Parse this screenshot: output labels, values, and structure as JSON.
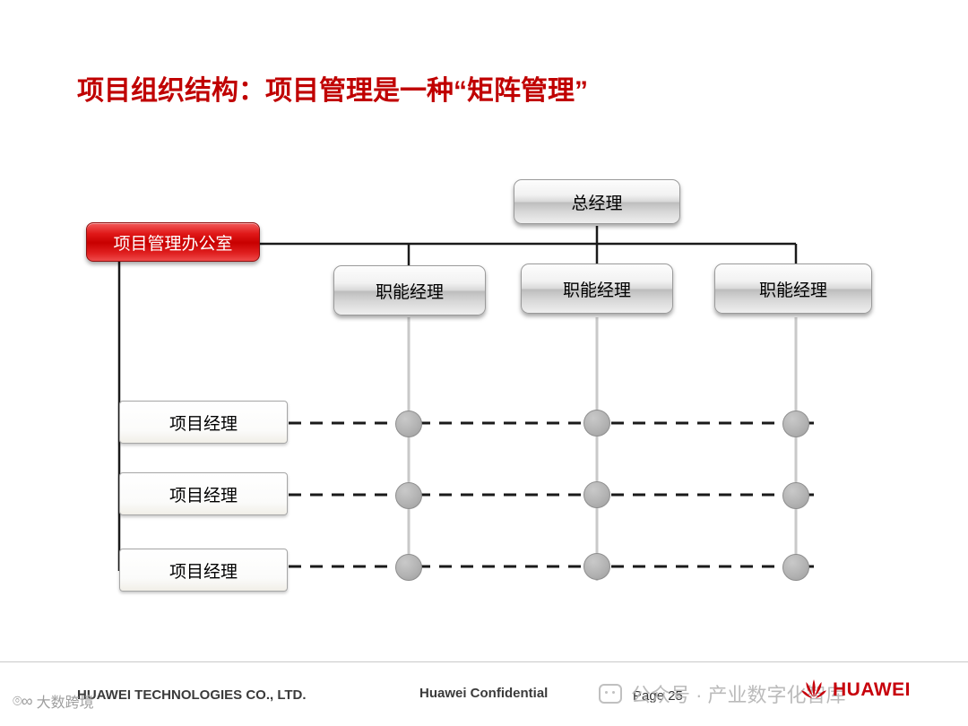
{
  "slide": {
    "title": "项目组织结构：项目管理是一种“矩阵管理”"
  },
  "diagram": {
    "general_manager": {
      "label": "总经理"
    },
    "pmo": {
      "label": "项目管理办公室"
    },
    "functional_managers": [
      {
        "label": "职能经理"
      },
      {
        "label": "职能经理"
      },
      {
        "label": "职能经理"
      }
    ],
    "project_managers": [
      {
        "label": "项目经理"
      },
      {
        "label": "项目经理"
      },
      {
        "label": "项目经理"
      }
    ],
    "colors": {
      "title_red": "#c00000",
      "pmo_red": "#c80000",
      "box_grey": "#d6d6d6",
      "node_grey": "#b3b3b3",
      "line_black": "#1a1a1a"
    }
  },
  "footer": {
    "company": "HUAWEI TECHNOLOGIES CO., LTD.",
    "confidential": "Huawei Confidential",
    "page": "Page 25",
    "logo_text": "HUAWEI"
  },
  "watermarks": {
    "wechat": "公众号 · 产业数字化智库",
    "corner": "大数跨境"
  }
}
